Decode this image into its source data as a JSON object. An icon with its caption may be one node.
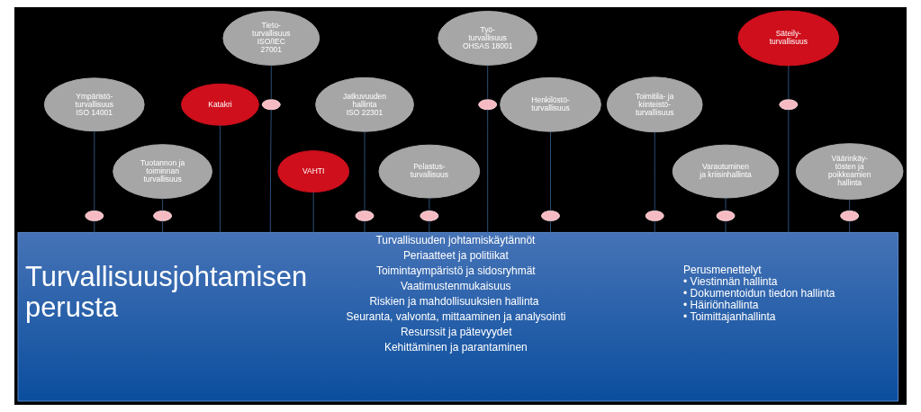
{
  "diagram": {
    "nodes": [
      {
        "text": [
          "Ympäristö- turvallisuus ISO 14001"
        ]
      },
      {
        "text": [
          "Tuotannon ja toiminnan turvallisuus"
        ]
      },
      {
        "text": [
          "Katakri"
        ]
      },
      {
        "text": [
          "Tieto- turvallisuus ISO/IEC 27001"
        ]
      },
      {
        "text": [
          "VAHTI"
        ]
      },
      {
        "text": [
          "Jatkuvuuden hallinta ISO 22301"
        ]
      },
      {
        "text": [
          "Pelastus- turvallisuus"
        ]
      },
      {
        "text": [
          "Työ- turvallisuus OHSAS 18001"
        ]
      },
      {
        "text": [
          "Henkilöstö- turvallisuus"
        ]
      },
      {
        "text": [
          "Toimitila- ja kiinteistö- turvallisuus"
        ]
      },
      {
        "text": [
          "Varautuminen ja kriisinhallinta"
        ]
      },
      {
        "text": [
          "Säteily- turvallisuus"
        ]
      },
      {
        "text": [
          "Väärinkäy- tösten ja poikkeamien hallinta"
        ]
      },
      {
        "text": [],
        "shape": "ellipse"
      },
      {
        "text": [],
        "shape": "ellipse"
      },
      {
        "text": [],
        "shape": "ellipse"
      },
      {
        "text": [],
        "shape": "ellipse"
      },
      {
        "text": [],
        "shape": "ellipse"
      },
      {
        "text": [],
        "shape": "ellipse"
      },
      {
        "text": [],
        "shape": "ellipse"
      },
      {
        "text": [],
        "shape": "ellipse"
      },
      {
        "text": [],
        "shape": "ellipse"
      },
      {
        "text": [],
        "shape": "ellipse"
      },
      {
        "text": [],
        "shape": "ellipse"
      },
      {
        "text": [
          "Turvallisuusjohtamisen perusta",
          "Turvallisuuden johtamiskäytännöt",
          "Periaatteet ja politiikat",
          "Toimintaympäristö ja sidosryhmät",
          "Vaatimustenmukaisuus",
          "Riskien ja mahdollisuuksien hallinta",
          "Seuranta, valvonta, mittaaminen ja analysointi",
          "Resurssit ja pätevyydet",
          "Kehittäminen ja parantaminen",
          "Perusmenettelyt",
          "• Viestinnän hallinta",
          "• Dokumentoidun tiedon hallinta",
          "• Häiriönhallinta",
          "• Toimittajanhallinta"
        ]
      }
    ],
    "edges": [
      {
        "from": 0,
        "to": 13,
        "arrow": "none"
      },
      {
        "from": 13,
        "to": 24,
        "arrow": "none"
      },
      {
        "from": 1,
        "to": 14,
        "arrow": "none"
      },
      {
        "from": 14,
        "to": 24,
        "arrow": "none"
      },
      {
        "from": 2,
        "to": 24,
        "arrow": "none"
      },
      {
        "from": 3,
        "to": 15,
        "arrow": "none"
      },
      {
        "from": 15,
        "to": 24,
        "arrow": "none"
      },
      {
        "from": 4,
        "to": 24,
        "arrow": "none"
      },
      {
        "from": 5,
        "to": 16,
        "arrow": "none"
      },
      {
        "from": 16,
        "to": 24,
        "arrow": "none"
      },
      {
        "from": 6,
        "to": 17,
        "arrow": "none"
      },
      {
        "from": 17,
        "to": 24,
        "arrow": "none"
      },
      {
        "from": 7,
        "to": 18,
        "arrow": "none"
      },
      {
        "from": 18,
        "to": 24,
        "arrow": "none"
      },
      {
        "from": 8,
        "to": 19,
        "arrow": "none"
      },
      {
        "from": 19,
        "to": 24,
        "arrow": "none"
      },
      {
        "from": 9,
        "to": 20,
        "arrow": "none"
      },
      {
        "from": 20,
        "to": 24,
        "arrow": "none"
      },
      {
        "from": 10,
        "to": 21,
        "arrow": "none"
      },
      {
        "from": 21,
        "to": 24,
        "arrow": "none"
      },
      {
        "from": 11,
        "to": 22,
        "arrow": "none"
      },
      {
        "from": 22,
        "to": 24,
        "arrow": "none"
      },
      {
        "from": 12,
        "to": 23,
        "arrow": "none"
      },
      {
        "from": 23,
        "to": 24,
        "arrow": "none"
      }
    ]
  }
}
